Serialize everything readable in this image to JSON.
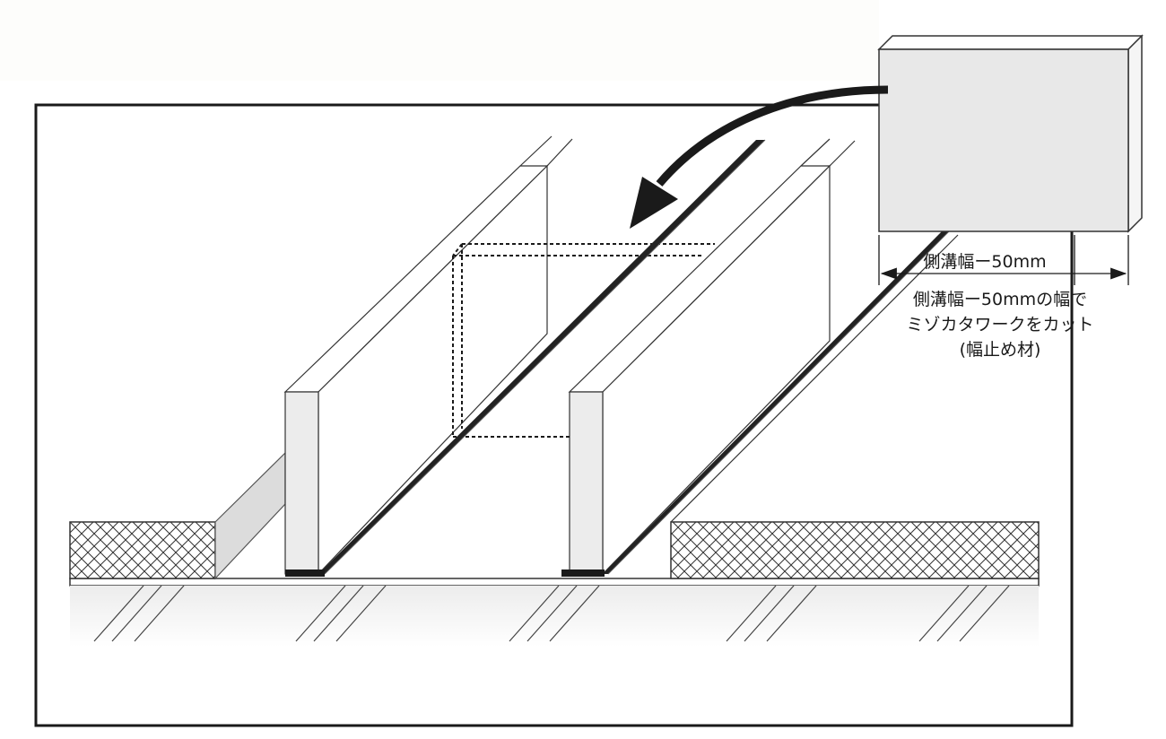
{
  "dimension_label": "側溝幅ー50mm",
  "note": {
    "line1": "側溝幅ー50mmの幅で",
    "line2": "ミゾカタワークをカット",
    "line3": "(幅止め材)"
  }
}
